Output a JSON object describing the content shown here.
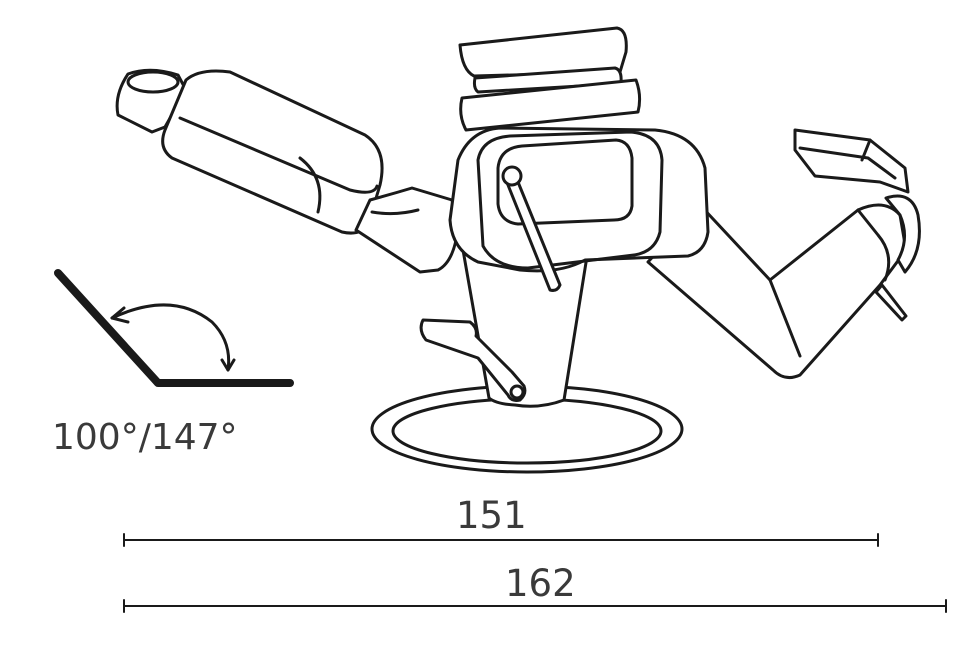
{
  "diagram": {
    "angle_label": "100°/147°",
    "dimensions": [
      {
        "label": "151"
      },
      {
        "label": "162"
      }
    ],
    "line_color": "#1a1a1a",
    "text_color": "#3a3a3a"
  }
}
